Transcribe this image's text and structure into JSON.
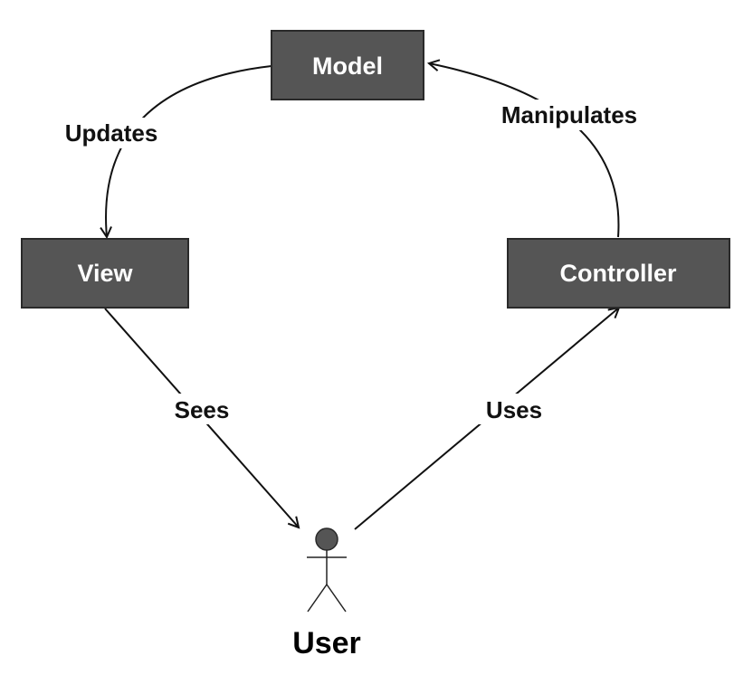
{
  "diagram": {
    "nodes": {
      "model": "Model",
      "view": "View",
      "controller": "Controller"
    },
    "actor": {
      "label": "User"
    },
    "edges": {
      "updates": "Updates",
      "manipulates": "Manipulates",
      "sees": "Sees",
      "uses": "Uses"
    }
  },
  "colors": {
    "box_fill": "#555555",
    "box_stroke": "#2a2a2a",
    "box_text": "#ffffff",
    "line": "#111111"
  }
}
